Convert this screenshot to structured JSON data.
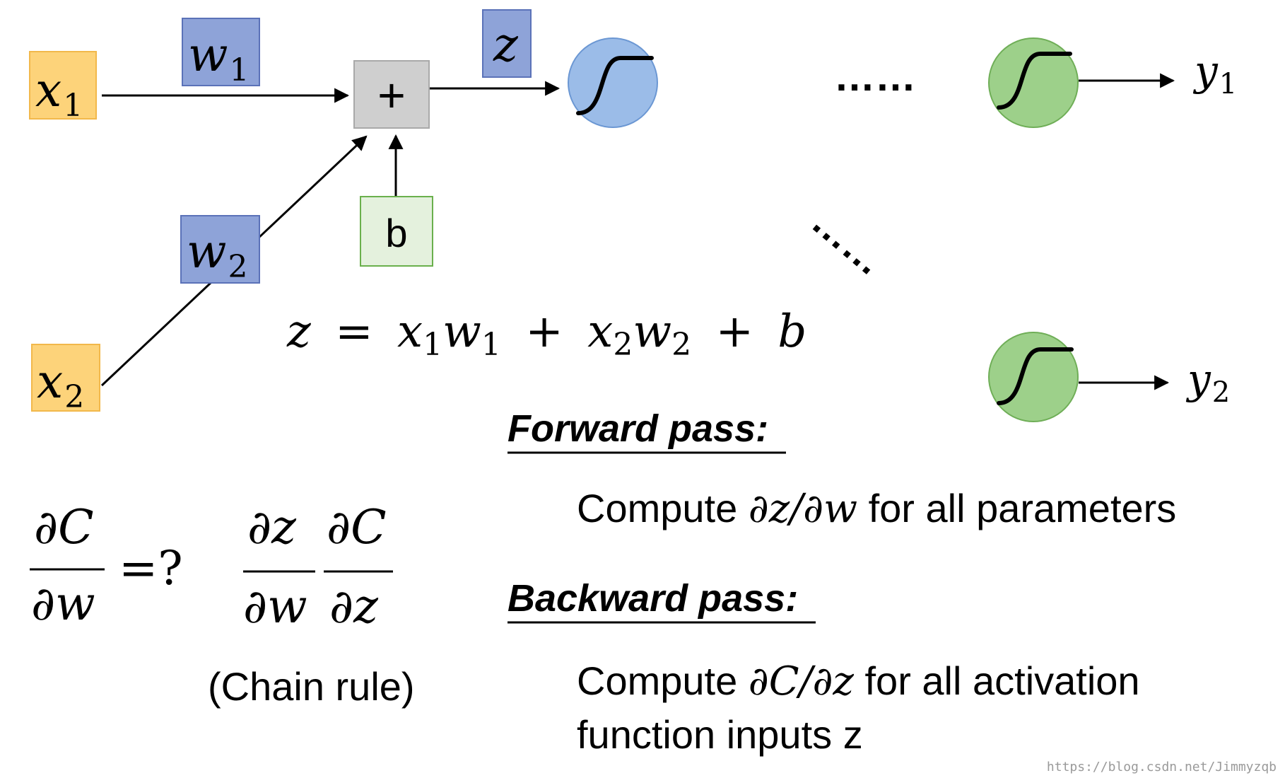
{
  "colors": {
    "input_fill": "#fdd37a",
    "input_stroke": "#f2b84b",
    "weight_fill": "#8ea3d8",
    "weight_stroke": "#5b72b8",
    "sum_fill": "#cfcfcf",
    "sum_stroke": "#a9a9a9",
    "bias_fill": "#e4f1dd",
    "bias_stroke": "#6ab04c",
    "neuron_blue": "#9bbce8",
    "neuron_blue_stroke": "#6b97d3",
    "neuron_green": "#9dd08a",
    "neuron_green_stroke": "#6fae57"
  },
  "nodes": {
    "x1": {
      "base": "x",
      "sub": "1"
    },
    "x2": {
      "base": "x",
      "sub": "2"
    },
    "w1": {
      "base": "w",
      "sub": "1"
    },
    "w2": {
      "base": "w",
      "sub": "2"
    },
    "z": "z",
    "sum": "+",
    "bias": "b",
    "neuron_icons": [
      "sigmoid-icon",
      "sigmoid-icon",
      "sigmoid-icon"
    ],
    "y1": {
      "base": "y",
      "sub": "1"
    },
    "y2": {
      "base": "y",
      "sub": "2"
    },
    "ellipsis_h": "……",
    "ellipsis_d": "……"
  },
  "equation": {
    "lhs": "z",
    "eq": "=",
    "t1": "x",
    "t1_sub": "1",
    "t1w": "w",
    "t1w_sub": "1",
    "plus1": "+",
    "t2": "x",
    "t2_sub": "2",
    "t2w": "w",
    "t2w_sub": "2",
    "plus2": "+",
    "t3": "b"
  },
  "derivative": {
    "num": "∂C",
    "den": "∂w",
    "eq_q": "=?",
    "chain_num1": "∂z",
    "chain_den1": "∂w",
    "chain_num2": "∂C",
    "chain_den2": "∂z",
    "chain_label": "(Chain rule)"
  },
  "forward": {
    "heading": "Forward pass:",
    "text_pre": "Compute ",
    "text_math": "∂z/∂w",
    "text_post": " for all parameters"
  },
  "backward": {
    "heading": "Backward pass:",
    "text_pre": "Compute ",
    "text_math": "∂C/∂z",
    "text_post": " for all activation",
    "text_line2": "function inputs z"
  },
  "watermark": "https://blog.csdn.net/Jimmyzqb"
}
